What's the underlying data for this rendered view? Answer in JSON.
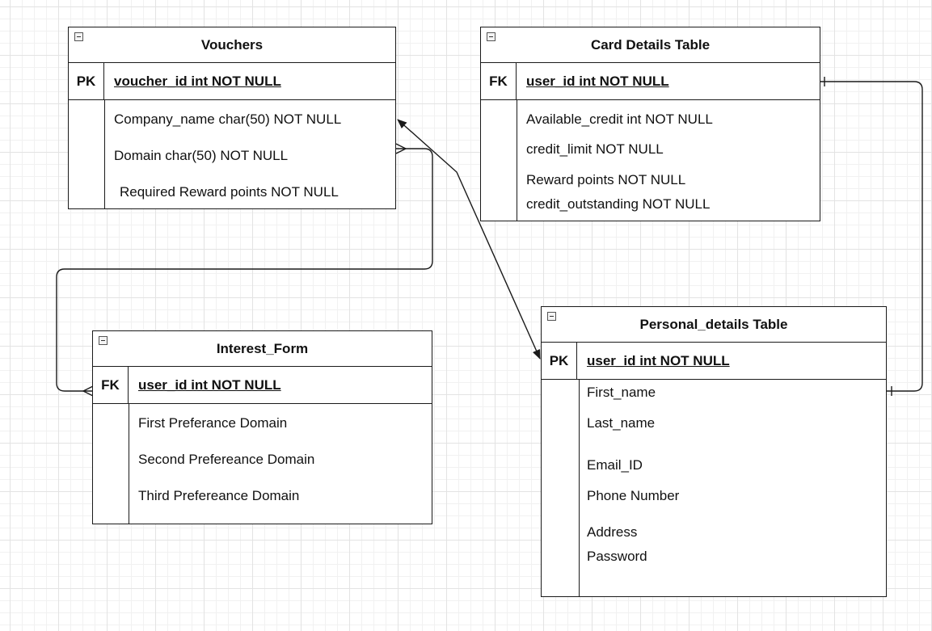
{
  "tables": {
    "vouchers": {
      "title": "Vouchers",
      "key_label": "PK",
      "key_field": "voucher_id int NOT NULL",
      "fields": [
        "Company_name char(50) NOT NULL",
        "Domain char(50) NOT NULL",
        "Required Reward points NOT NULL"
      ]
    },
    "card_details": {
      "title": "Card Details Table",
      "key_label": "FK",
      "key_field": "user_id int NOT NULL",
      "fields": [
        "Available_credit int NOT NULL",
        "credit_limit NOT NULL",
        "Reward points NOT NULL",
        "credit_outstanding NOT NULL"
      ]
    },
    "interest_form": {
      "title": "Interest_Form",
      "key_label": "FK",
      "key_field": "user_id int NOT NULL",
      "fields": [
        "First Preferance Domain",
        "Second Prefereance Domain",
        "Third Prefereance Domain"
      ]
    },
    "personal_details": {
      "title": "Personal_details Table",
      "key_label": "PK",
      "key_field": "user_id int NOT NULL",
      "fields": [
        "First_name",
        "Last_name",
        "Email_ID",
        "Phone Number",
        "Address",
        "Password"
      ]
    }
  },
  "colors": {
    "line": "#1a1a1a",
    "grid": "#e3e3e3",
    "background": "#ffffff"
  }
}
